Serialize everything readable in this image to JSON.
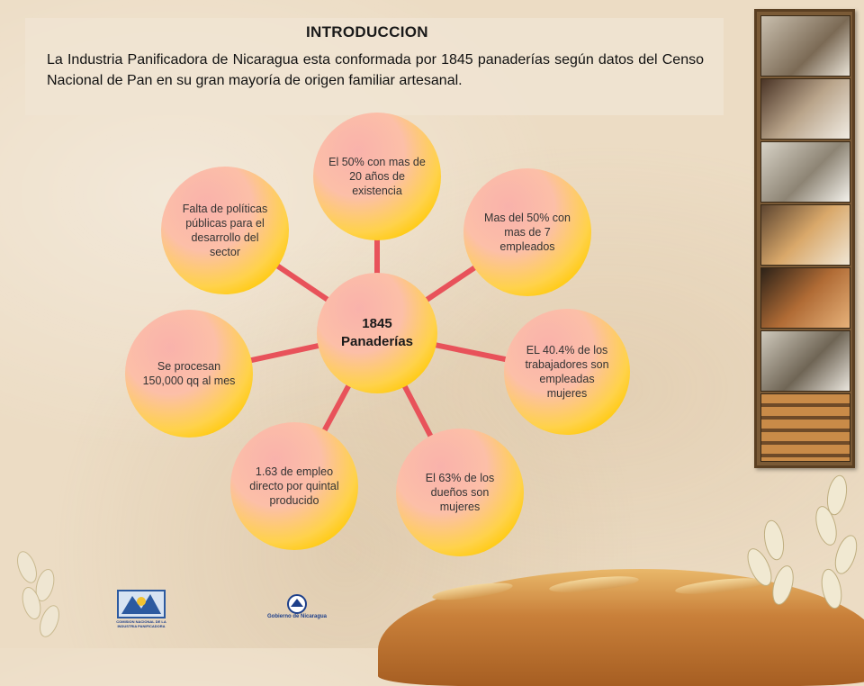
{
  "intro": {
    "title": "INTRODUCCION",
    "text": "La Industria Panificadora de Nicaragua esta conformada por 1845 panaderías según datos del Censo Nacional de Pan en su gran mayoría de origen familiar artesanal."
  },
  "diagram": {
    "center": {
      "line1": "1845",
      "line2": "Panaderías"
    },
    "nodes": [
      {
        "id": "n-top",
        "text": "El 50% con mas de 20 años de existencia"
      },
      {
        "id": "n-upper-right",
        "text": "Mas del 50% con mas de 7 empleados"
      },
      {
        "id": "n-right",
        "text": "EL 40.4% de los trabajadores son empleadas mujeres"
      },
      {
        "id": "n-lower-right",
        "text": "El 63% de los dueños son mujeres"
      },
      {
        "id": "n-lower-left",
        "text": "1.63 de empleo directo por quintal producido"
      },
      {
        "id": "n-left",
        "text": "Se procesan 150,000 qq al mes"
      },
      {
        "id": "n-upper-left",
        "text": "Falta de políticas públicas para el desarrollo del sector"
      }
    ],
    "colors": {
      "connector": "#e8525a",
      "bubble_center": "#f9b9b0",
      "bubble_edge": "#ffcc10"
    }
  },
  "logos": {
    "left_caption": "COMISION NACIONAL DE LA INDUSTRIA PANIFICADORA",
    "right_caption": "Gobierno de Nicaragua"
  }
}
